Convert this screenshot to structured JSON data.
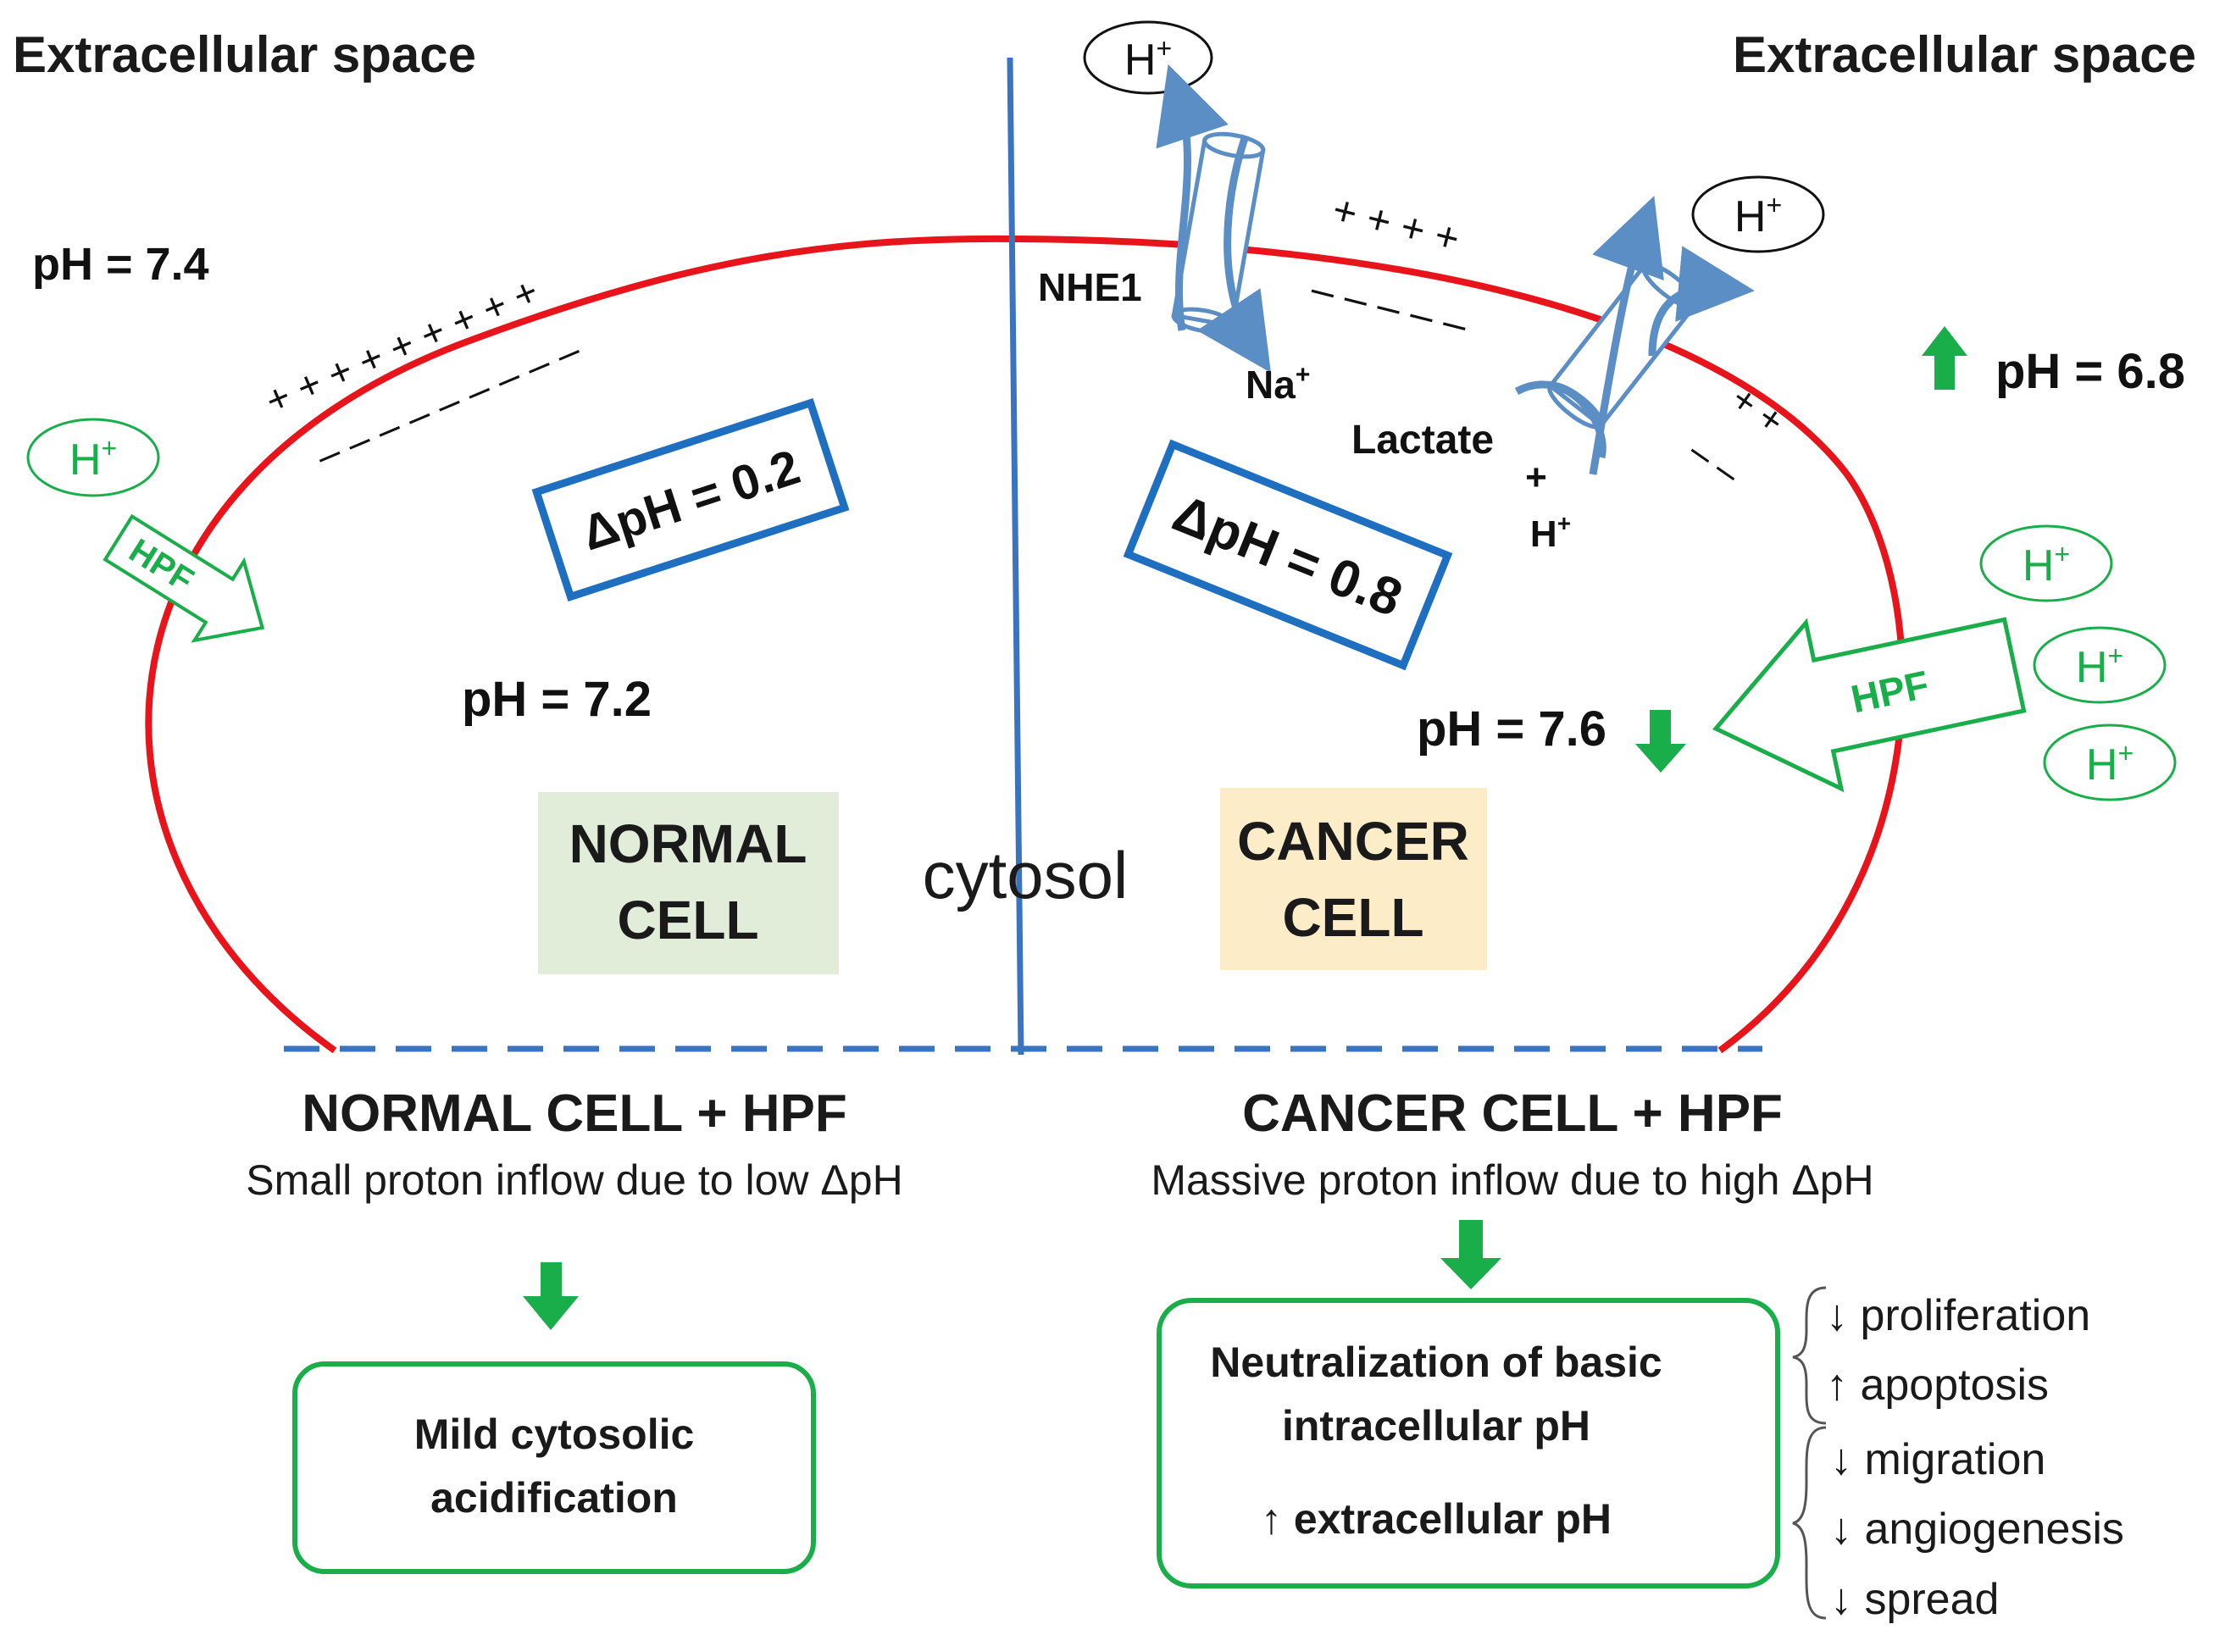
{
  "extracellular_left": "Extracellular space",
  "extracellular_right": "Extracellular space",
  "normal": {
    "ph_outside": "pH = 7.4",
    "ph_inside": "pH = 7.2",
    "delta_ph": "ΔpH = 0.2",
    "proton": "H",
    "proton_sup": "+",
    "hpf": "HPF",
    "cell_label": [
      "NORMAL",
      "CELL"
    ],
    "charges_plus": "+ + + + + + + + +",
    "charges_minus": "– – – – – – – – –"
  },
  "cancer": {
    "ph_outside": "pH = 6.8",
    "ph_inside": "pH = 7.6",
    "delta_ph": "ΔpH = 0.8",
    "proton": "H",
    "proton_sup": "+",
    "hpf": "HPF",
    "cell_label": [
      "CANCER",
      "CELL"
    ],
    "nhe1": "NHE1",
    "sodium": "Na",
    "sodium_sup": "+",
    "lactate": "Lactate",
    "plus_sign": "+",
    "charges_plus": "+ + + +",
    "charges_minus": "– – – – –",
    "charges_plus_small": "+ +",
    "charges_minus_small": "– –"
  },
  "cytosol": "cytosol",
  "bottom": {
    "normal_title": "NORMAL CELL + HPF",
    "normal_subtitle": "Small proton inflow due to low ΔpH",
    "normal_result": [
      "Mild cytosolic",
      "acidification"
    ],
    "cancer_title": "CANCER CELL + HPF",
    "cancer_subtitle": "Massive proton inflow due to high ΔpH",
    "cancer_result": [
      "Neutralization of basic",
      "intracellular pH"
    ],
    "cancer_result_2": "↑ extracellular pH",
    "effects": [
      "↓ proliferation",
      "↑ apoptosis",
      "↓ migration",
      "↓ angiogenesis",
      "↓ spread"
    ]
  },
  "colors": {
    "membrane": "#e8141b",
    "divider": "#3a74c0",
    "hpf_green": "#1aae4a",
    "box_blue": "#1f6fc1",
    "normal_label_bg": "#e1ecd9",
    "cancer_label_bg": "#fdecc8",
    "transporter": "#5b8ec4"
  }
}
